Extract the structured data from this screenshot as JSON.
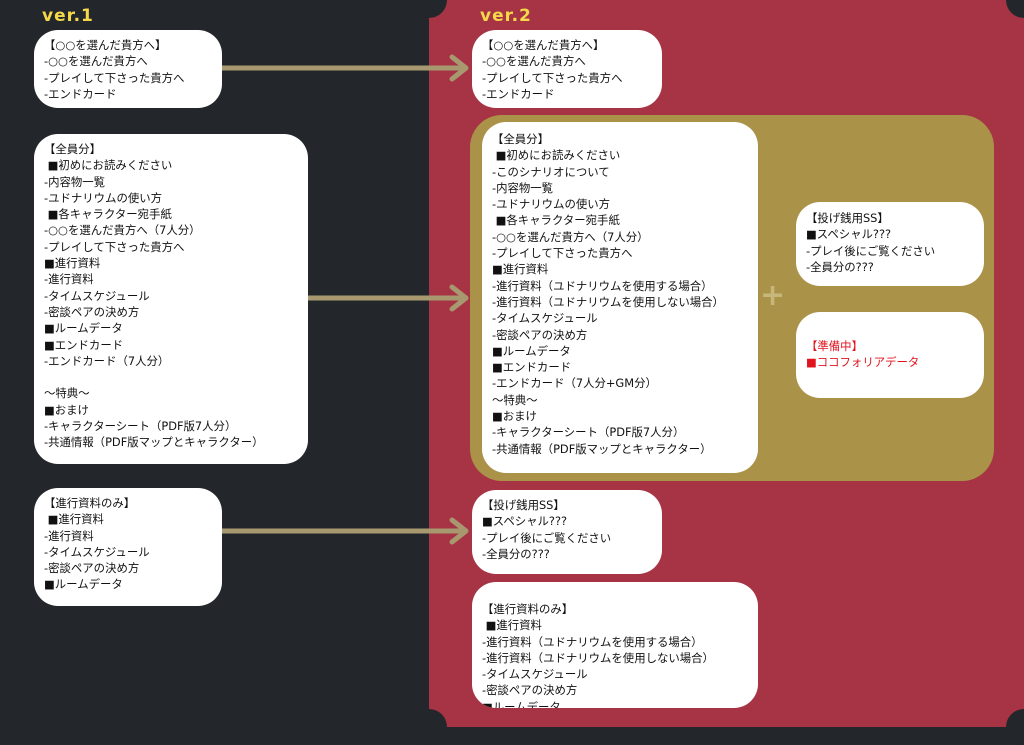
{
  "colors": {
    "background": "#23272b",
    "ver2_panel": "#a63444",
    "gold_panel": "#aa9348",
    "arrow": "#a89870",
    "title": "#f5d94a",
    "highlight_red": "#e0141e"
  },
  "ver1": {
    "title": "ver.1",
    "box_chosen": {
      "lines": [
        "【○○を選んだ貴方へ】",
        "-○○を選んだ貴方へ",
        "-プレイして下さった貴方へ",
        "-エンドカード"
      ]
    },
    "box_all": {
      "lines": [
        "【全員分】",
        " ■初めにお読みください",
        "-内容物一覧",
        "-ユドナリウムの使い方",
        " ■各キャラクター宛手紙",
        "-○○を選んだ貴方へ（7人分）",
        "-プレイして下さった貴方へ",
        "■進行資料",
        "-進行資料",
        "-タイムスケジュール",
        "-密談ペアの決め方",
        "■ルームデータ",
        "■エンドカード",
        "-エンドカード（7人分）",
        "",
        "～特典～",
        "■おまけ",
        "-キャラクターシート（PDF版7人分）",
        "-共通情報（PDF版マップとキャラクター）"
      ]
    },
    "box_progress": {
      "lines": [
        "【進行資料のみ】",
        " ■進行資料",
        "-進行資料",
        "-タイムスケジュール",
        "-密談ペアの決め方",
        "■ルームデータ"
      ]
    }
  },
  "ver2": {
    "title": "ver.2",
    "box_chosen": {
      "lines": [
        "【○○を選んだ貴方へ】",
        "-○○を選んだ貴方へ",
        "-プレイして下さった貴方へ",
        "-エンドカード"
      ]
    },
    "box_all": {
      "lines": [
        "【全員分】",
        " ■初めにお読みください",
        "-このシナリオについて",
        "-内容物一覧",
        "-ユドナリウムの使い方",
        " ■各キャラクター宛手紙",
        "-○○を選んだ貴方へ（7人分）",
        "-プレイして下さった貴方へ",
        "■進行資料",
        "-進行資料（ユドナリウムを使用する場合）",
        "-進行資料（ユドナリウムを使用しない場合）",
        "-タイムスケジュール",
        "-密談ペアの決め方",
        "■ルームデータ",
        "■エンドカード",
        "-エンドカード（7人分+GM分）",
        "～特典～",
        "■おまけ",
        "-キャラクターシート（PDF版7人分）",
        "-共通情報（PDF版マップとキャラクター）"
      ]
    },
    "plus_symbol": "+",
    "box_ss_side": {
      "lines": [
        "【投げ銭用SS】",
        "■スペシャル???",
        "-プレイ後にご覧ください",
        "-全員分の???"
      ]
    },
    "box_preparing": {
      "lines": [
        "【準備中】",
        "■ココフォリアデータ"
      ]
    },
    "box_ss": {
      "lines": [
        "【投げ銭用SS】",
        "■スペシャル???",
        "-プレイ後にご覧ください",
        "-全員分の???"
      ]
    },
    "box_progress": {
      "lines": [
        "【進行資料のみ】",
        " ■進行資料",
        "-進行資料（ユドナリウムを使用する場合）",
        "-進行資料（ユドナリウムを使用しない場合）",
        "-タイムスケジュール",
        "-密談ペアの決め方",
        "■ルームデータ"
      ]
    }
  }
}
